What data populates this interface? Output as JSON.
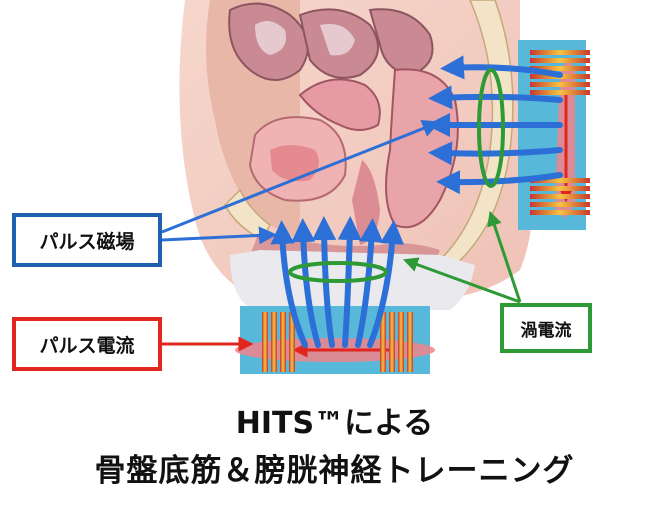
{
  "labels": {
    "pulse_magnetic_field": "パルス磁場",
    "pulse_current": "パルス電流",
    "eddy_current": "渦電流"
  },
  "title": {
    "line1": "HITS™による",
    "line2": "骨盤底筋＆膀胱神経トレーニング"
  },
  "colors": {
    "magnetic_arrows": "#2c6fd6",
    "current_arrows": "#e0261e",
    "eddy_loop": "#2e9a36",
    "coil_panel": "#58b8d9",
    "coil_winding": "#f2b23a"
  }
}
